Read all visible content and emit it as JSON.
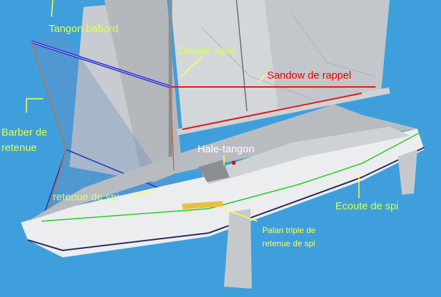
{
  "labels": {
    "tangon_babord": "Tangon babord",
    "double_spiro": "Double spiro",
    "sandow_de_rappel": "Sandow de rappel",
    "barber_line1": "Barber de",
    "barber_line2": "retenue",
    "hale_tangon": "Hale-tangon",
    "retenue_de_spi": "retenue de spi",
    "ecoute_de_spi": "Ecoute de spi",
    "palan_line1": "Palan triple de",
    "palan_line2": "retenue de spi"
  },
  "colors": {
    "sky": "#3f9fdc",
    "label_green": "#d8ff5a",
    "label_red": "#e80000",
    "label_yellow": "#ffff44",
    "spinnaker_pole": "#2a2ad0",
    "sandow": "#e01818",
    "spi_sheet": "#22cc22"
  }
}
